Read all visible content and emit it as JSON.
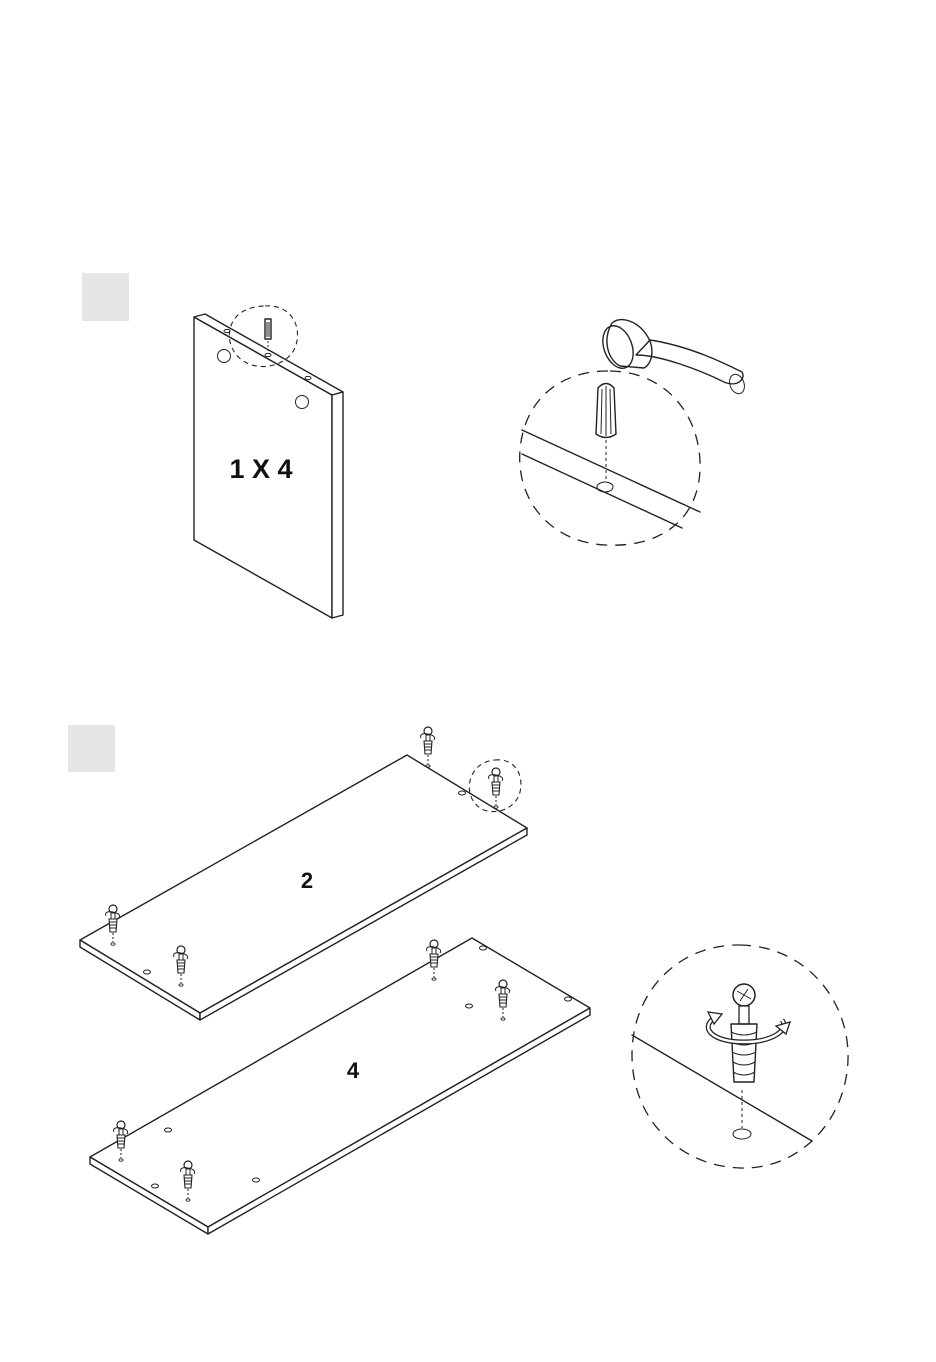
{
  "step1": {
    "badge_color": "#e6e6e6",
    "panel_label": "1 X 4",
    "parts": [
      "wooden-dowel-icon",
      "hammer-icon"
    ]
  },
  "step2": {
    "badge_color": "#e6e6e6",
    "panel_labels": {
      "top": "2",
      "bottom": "4"
    },
    "parts": [
      "cam-bolt-icon",
      "rotate-arrow-icon"
    ]
  }
}
